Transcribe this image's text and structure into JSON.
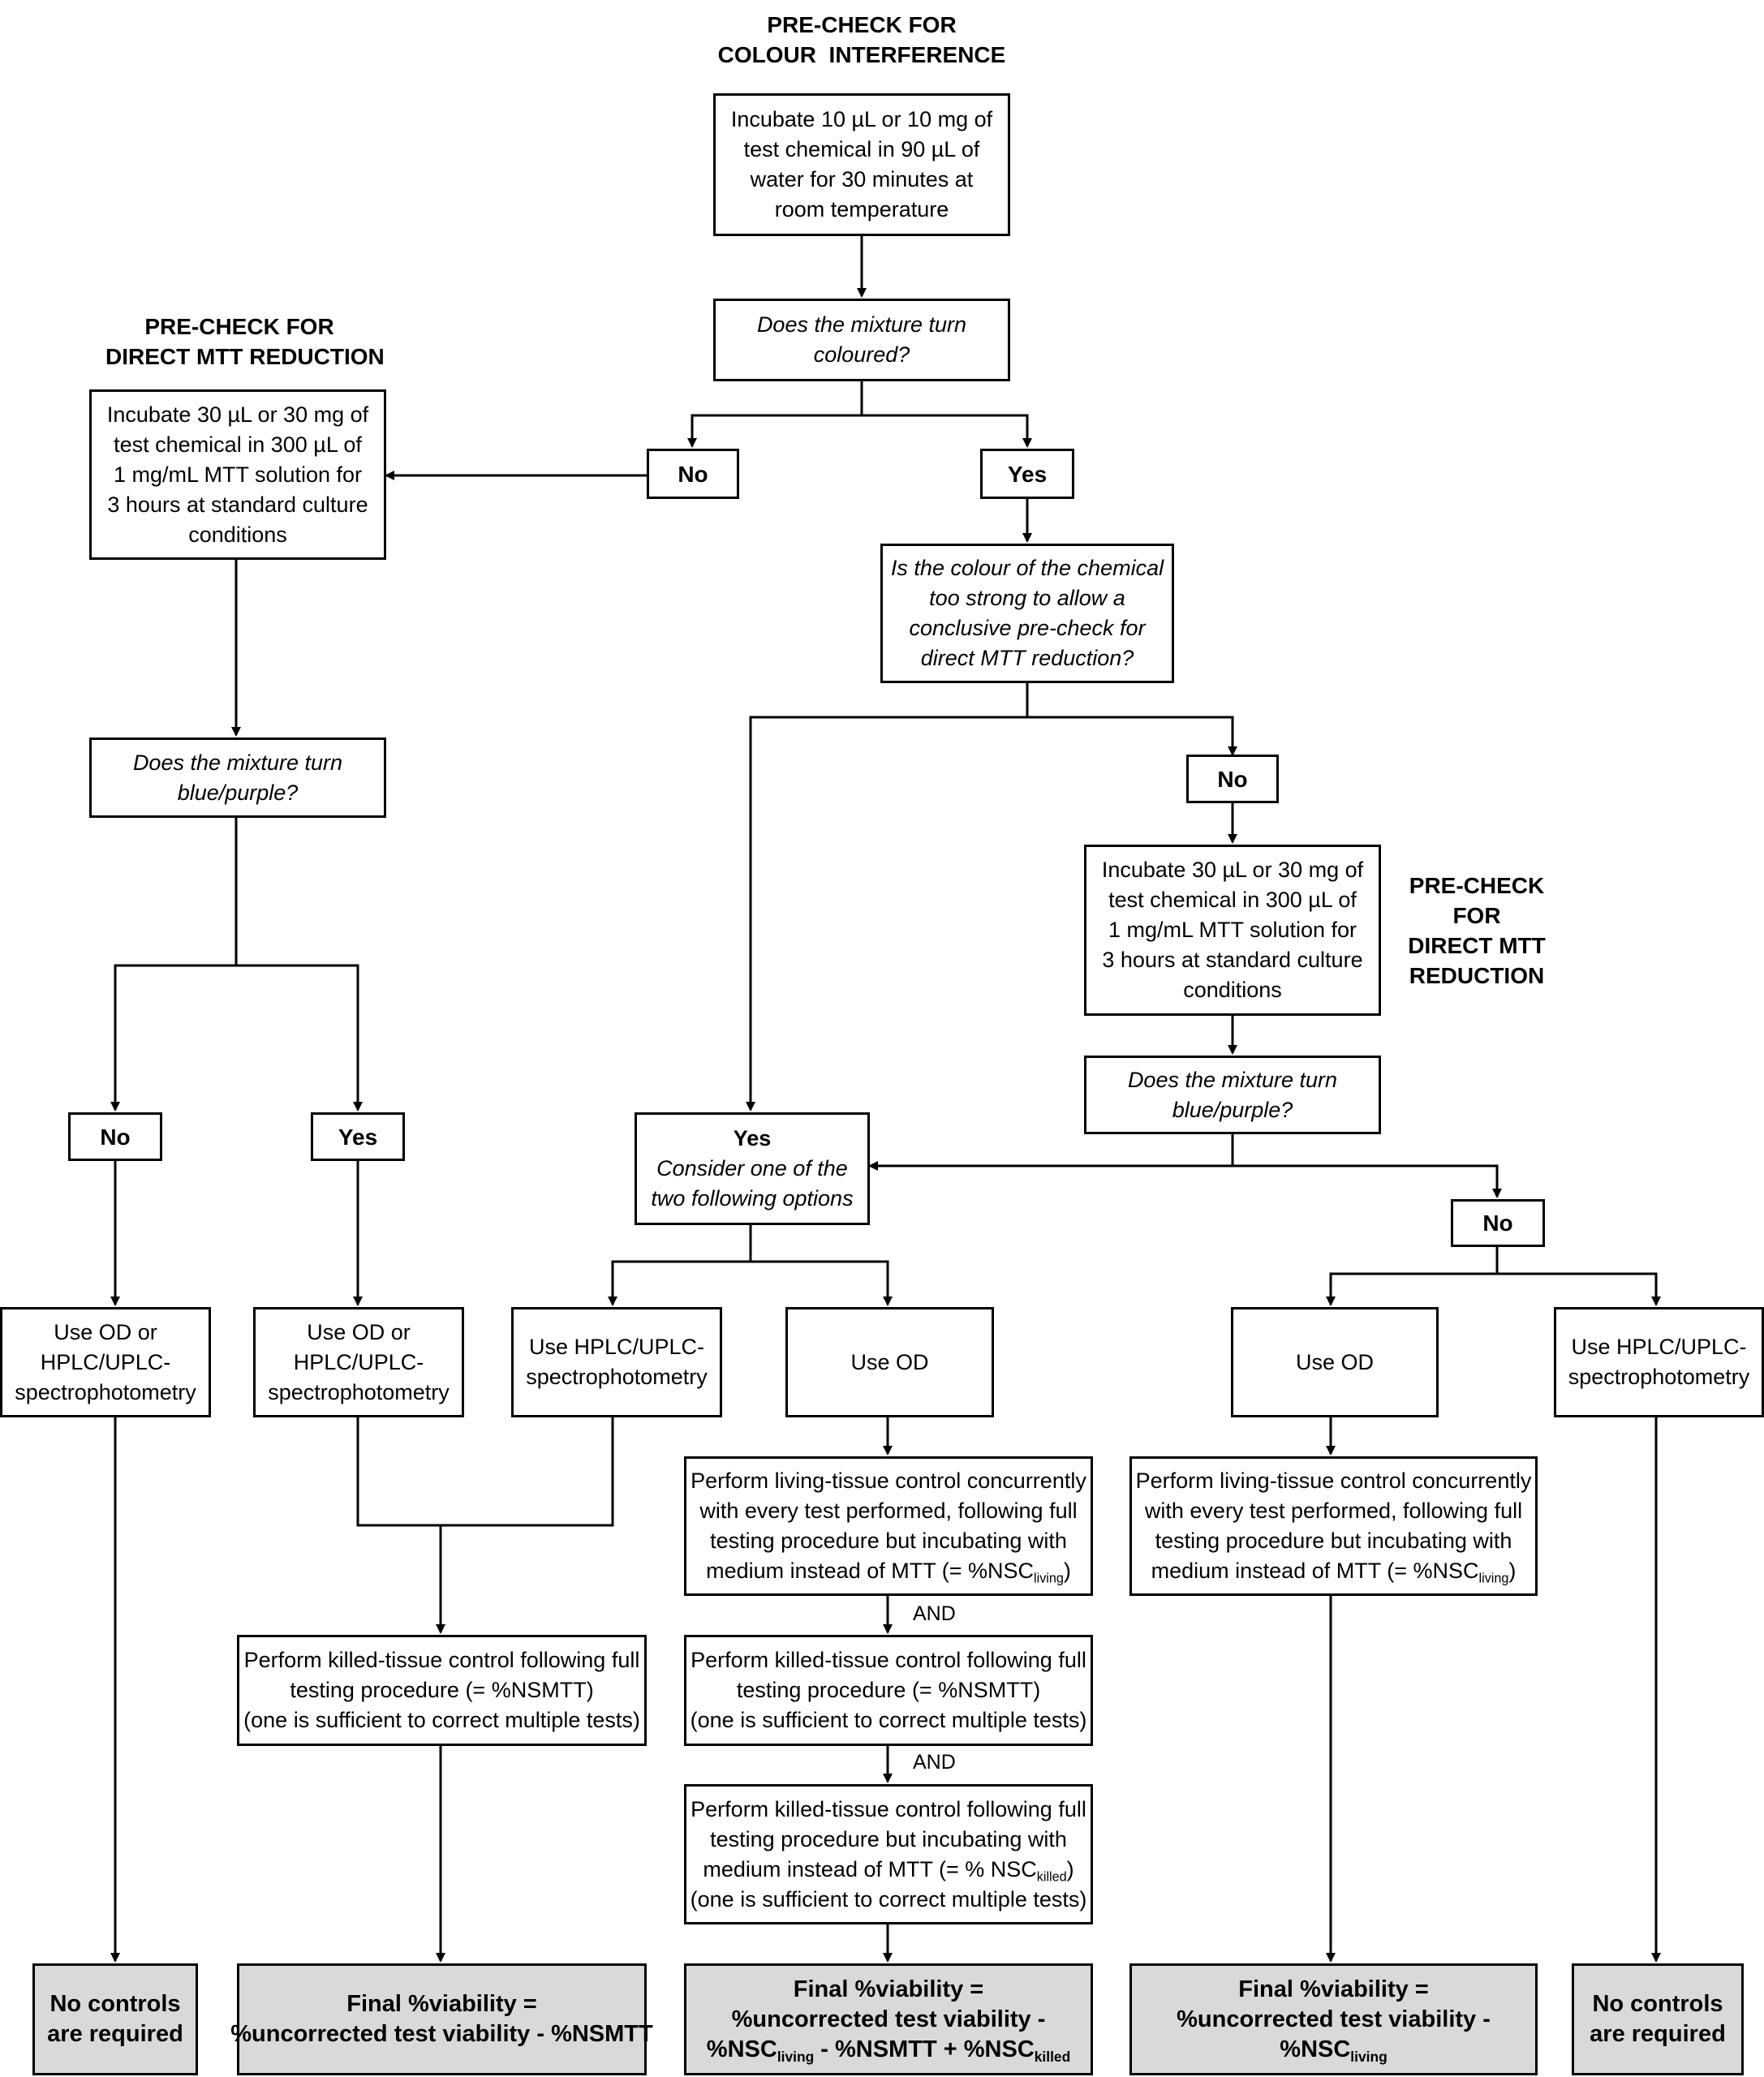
{
  "headings": {
    "colour_interference": [
      "PRE-CHECK FOR",
      "COLOUR  INTERFERENCE"
    ],
    "direct_mtt_left": [
      "PRE-CHECK FOR",
      "DIRECT MTT REDUCTION"
    ],
    "direct_mtt_right": [
      "PRE-CHECK",
      "FOR",
      "DIRECT MTT",
      "REDUCTION"
    ]
  },
  "nodes": {
    "incubate_water": [
      "Incubate 10 µL or 10 mg of",
      "test chemical in 90 µL of",
      "water for 30 minutes at",
      "room temperature"
    ],
    "q_coloured": [
      "Does the mixture turn",
      "coloured?"
    ],
    "no_1": "No",
    "yes_1": "Yes",
    "incubate_mtt_left": [
      "Incubate 30 µL or 30 mg of",
      "test chemical in 300 µL of",
      "1 mg/mL MTT solution for",
      "3 hours at standard culture",
      "conditions"
    ],
    "q_too_strong": [
      "Is the colour of the chemical",
      "too strong to allow a",
      "conclusive pre-check for",
      "direct MTT reduction?"
    ],
    "q_blue_left": [
      "Does the mixture turn",
      "blue/purple?"
    ],
    "no_2": "No",
    "incubate_mtt_right": [
      "Incubate 30 µL or 30 mg of",
      "test chemical in 300 µL of",
      "1 mg/mL MTT solution for",
      "3 hours at standard culture",
      "conditions"
    ],
    "q_blue_right": [
      "Does the mixture turn",
      "blue/purple?"
    ],
    "no_left": "No",
    "yes_left": "Yes",
    "yes_consider": {
      "title": "Yes",
      "lines": [
        "Consider one of the",
        "two following options"
      ]
    },
    "no_right": "No",
    "use_od_hplc_1": [
      "Use OD or",
      "HPLC/UPLC-",
      "spectrophotometry"
    ],
    "use_od_hplc_2": [
      "Use OD or",
      "HPLC/UPLC-",
      "spectrophotometry"
    ],
    "use_hplc_mid": [
      "Use HPLC/UPLC-",
      "spectrophotometry"
    ],
    "use_od_mid": [
      "Use OD"
    ],
    "use_od_right": [
      "Use OD"
    ],
    "use_hplc_right": [
      "Use HPLC/UPLC-",
      "spectrophotometry"
    ],
    "living_control_mid": {
      "lines": [
        "Perform living-tissue control concurrently",
        "with every test performed, following full",
        "testing procedure but incubating with"
      ],
      "last_prefix": "medium instead of MTT (= %NSC",
      "last_sub": "living",
      "last_suffix": ")"
    },
    "living_control_right": {
      "lines": [
        "Perform living-tissue control concurrently",
        "with every test performed, following full",
        "testing procedure but incubating with"
      ],
      "last_prefix": "medium instead of MTT (= %NSC",
      "last_sub": "living",
      "last_suffix": ")"
    },
    "and_1": "AND",
    "and_2": "AND",
    "killed_control_left": [
      "Perform killed-tissue control following full",
      "testing procedure (= %NSMTT)",
      "(one is sufficient to correct multiple tests)"
    ],
    "killed_control_mid": [
      "Perform killed-tissue control following full",
      "testing procedure (= %NSMTT)",
      "(one is sufficient to correct multiple tests)"
    ],
    "killed_nsc_mid": {
      "lines": [
        "Perform killed-tissue control following full",
        "testing procedure but incubating with"
      ],
      "mid_prefix": "medium instead of MTT (= % NSC",
      "mid_sub": "killed",
      "mid_suffix": ")",
      "last": "(one is sufficient to correct multiple tests)"
    },
    "result_no_controls_left": [
      "No controls",
      "are required"
    ],
    "result_nsmtt": [
      "Final %viability =",
      "%uncorrected test viability - %NSMTT"
    ],
    "result_full": {
      "line1": "Final %viability =",
      "line2": "%uncorrected test viability -",
      "p1": "%NSC",
      "s1": "living",
      "p2": " - %NSMTT + %NSC",
      "s2": "killed"
    },
    "result_living": {
      "line1": "Final %viability =",
      "line2": "%uncorrected test viability -",
      "p1": "%NSC",
      "s1": "living"
    },
    "result_no_controls_right": [
      "No controls",
      "are required"
    ]
  }
}
